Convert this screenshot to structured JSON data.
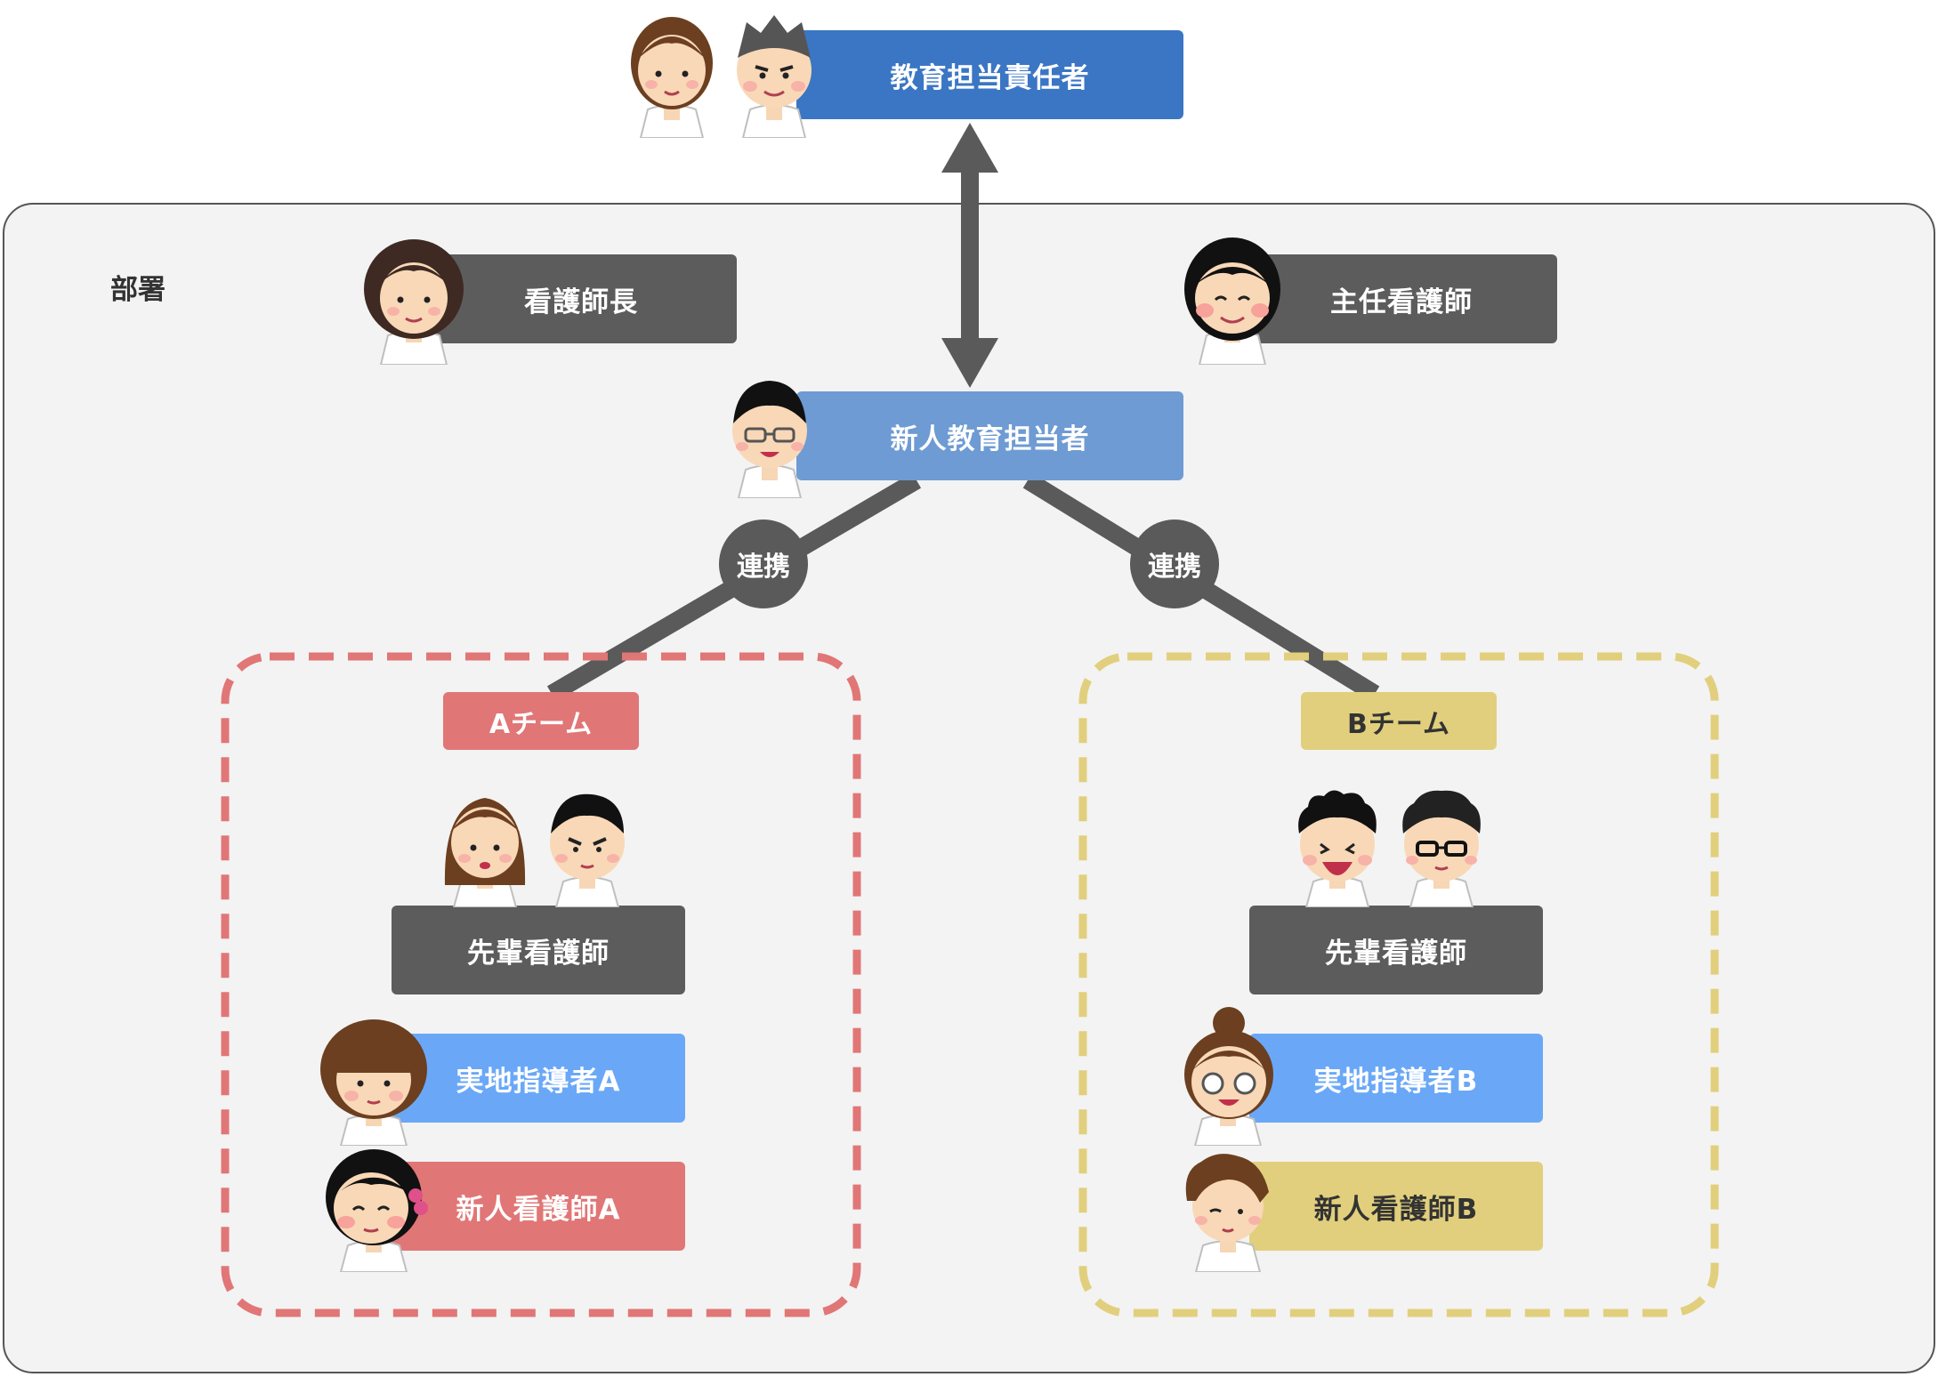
{
  "colors": {
    "edu_blue": "#3B76C4",
    "light_blue": "#6E9BD3",
    "instructor_blue": "#6AA8F7",
    "dark_gray": "#5C5C5C",
    "connector": "#5A5A5A",
    "team_a": "#E17676",
    "team_b": "#E1CF7D",
    "dept_bg": "#F3F3F3",
    "dept_border": "#555555"
  },
  "department": {
    "label": "部署"
  },
  "roles": {
    "education_manager": "教育担当責任者",
    "head_nurse": "看護師長",
    "chief_nurse": "主任看護師",
    "new_staff_educator": "新人教育担当者"
  },
  "links": {
    "left": "連携",
    "right": "連携"
  },
  "teams": [
    {
      "name": "Aチーム",
      "senior": "先輩看護師",
      "instructor": "実地指導者A",
      "newcomer": "新人看護師A"
    },
    {
      "name": "Bチーム",
      "senior": "先輩看護師",
      "instructor": "実地指導者B",
      "newcomer": "新人看護師B"
    }
  ]
}
